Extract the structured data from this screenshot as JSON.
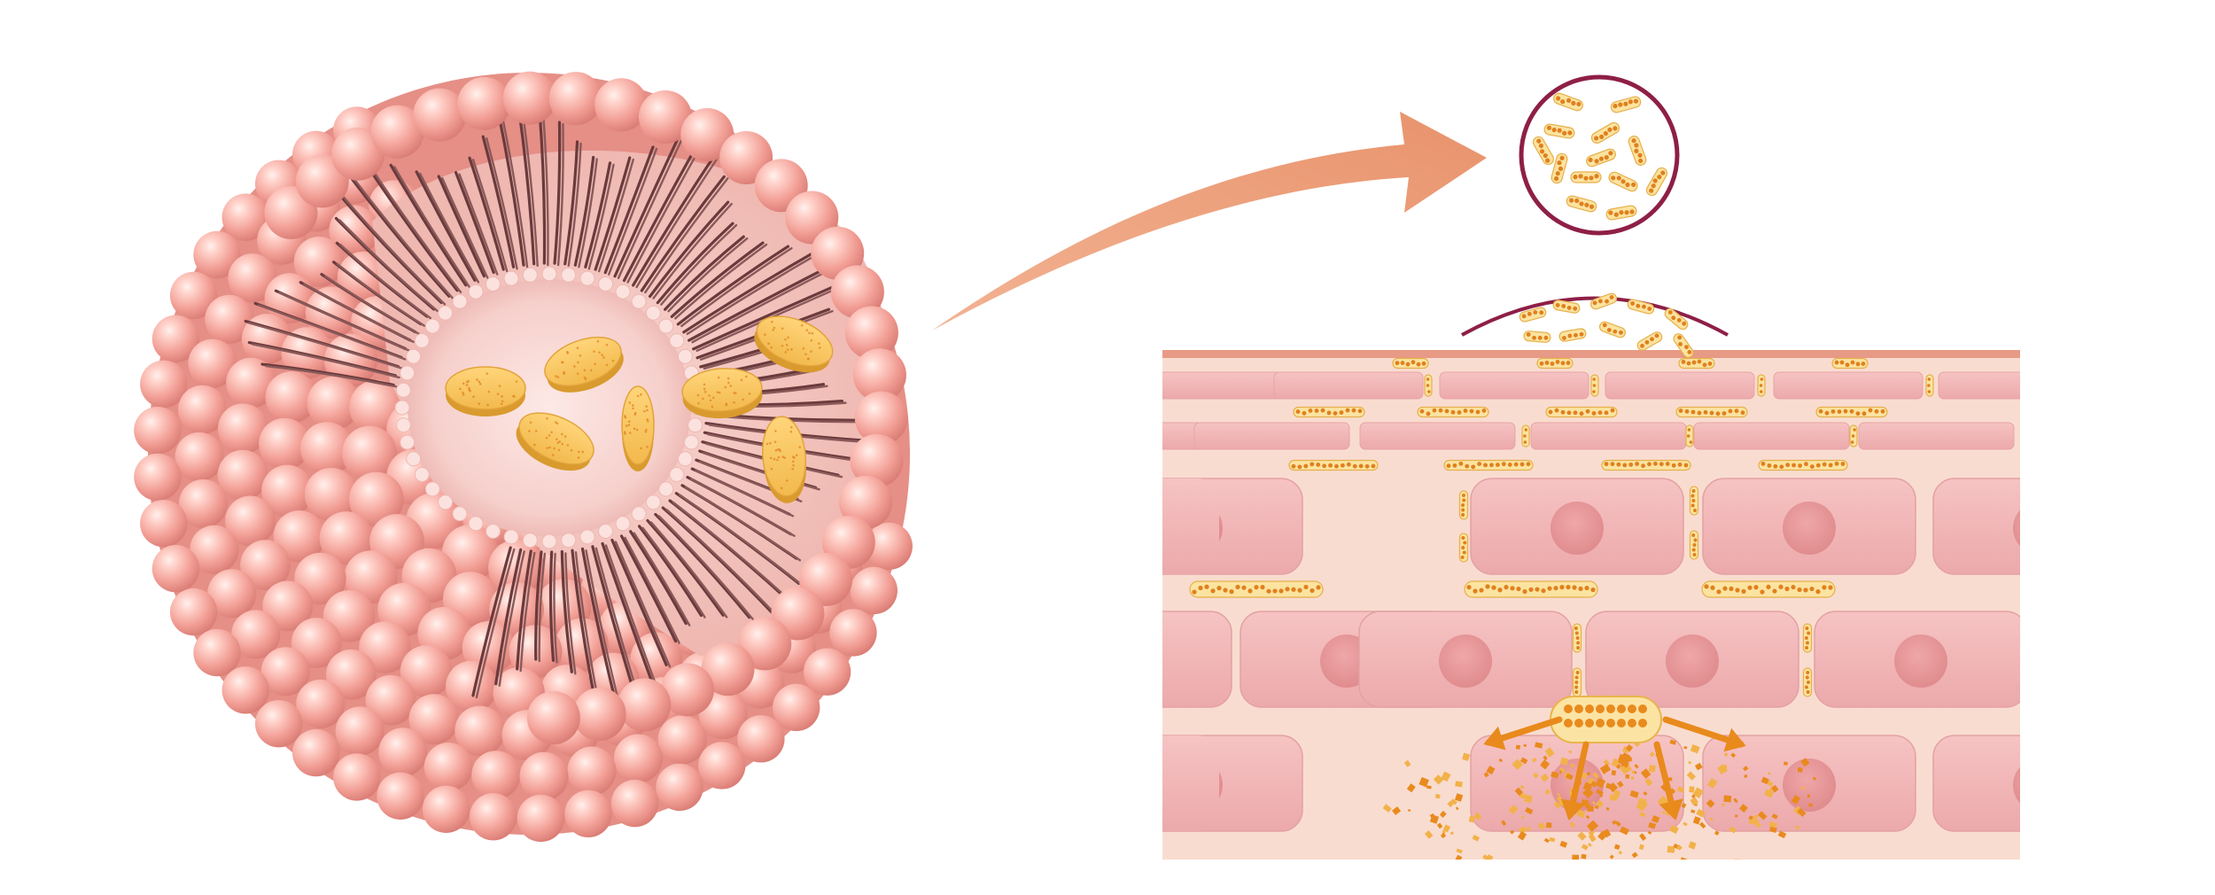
{
  "figure": {
    "panels": [
      "liposome-cutaway",
      "delivery-arrow",
      "zoom-inset",
      "skin-cross-section"
    ],
    "colors": {
      "background": "#ffffff",
      "lipid_head": "#f2a29a",
      "lipid_head_highlight": "#ffe3de",
      "lipid_tail": "#6a3a3c",
      "payload": "#f2c35a",
      "payload_speckle": "#e0801e",
      "arrow": "#eb9a74",
      "inset_ring": "#8e1f47",
      "skin_cell": "#f2b3b4",
      "skin_cell_nucleus": "#e89597",
      "skin_matrix": "#f9dcd0",
      "skin_surface": "#e79a85",
      "release_arrow": "#e88a1c"
    },
    "icons": {
      "payload_disc": "payload-disc-icon",
      "payload_capsule": "payload-capsule-icon",
      "release_arrow": "release-arrow-icon"
    }
  }
}
